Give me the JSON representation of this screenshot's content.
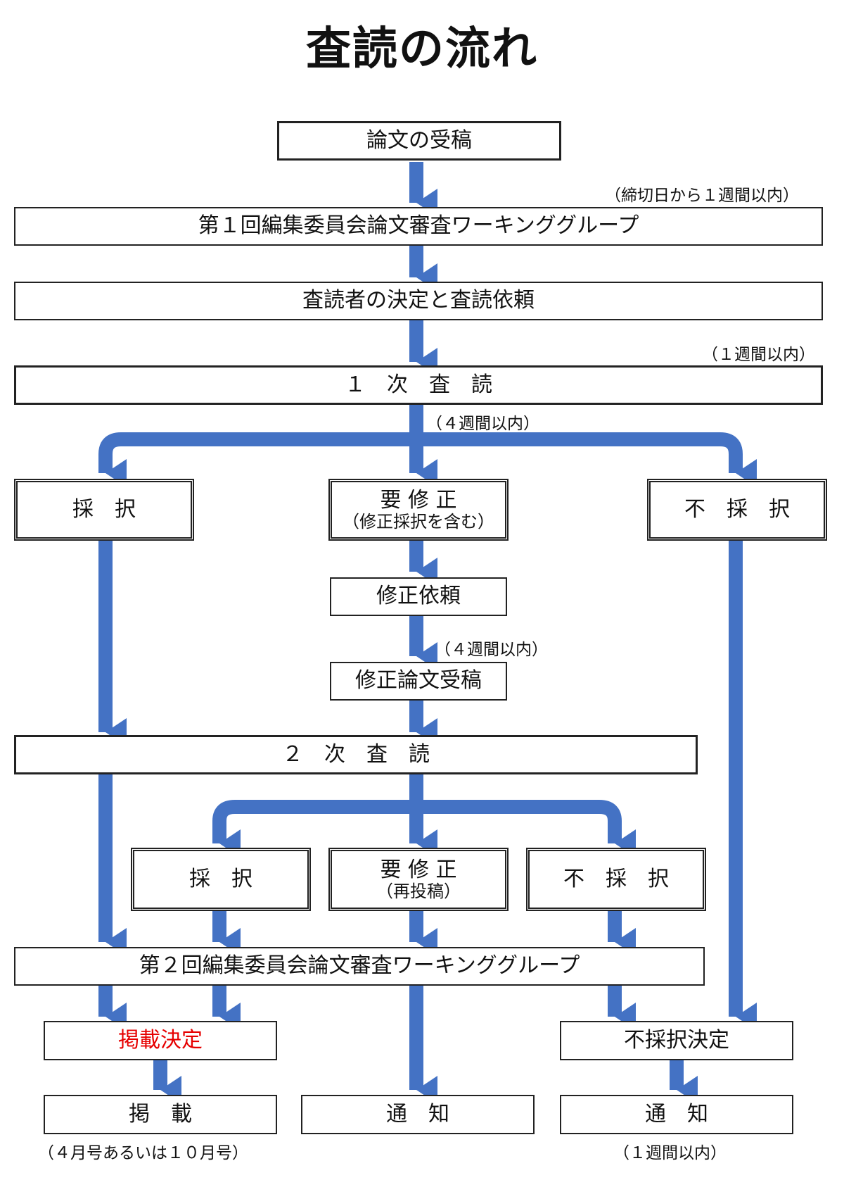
{
  "title": "査読の流れ",
  "boxes": {
    "receipt": "論文の受稿",
    "wg1": "第１回編集委員会論文審査ワーキンググループ",
    "decide": "査読者の決定と査読依頼",
    "review1": "１　次　査　読",
    "accept1": "採　択",
    "revise1": "要 修 正",
    "revise1_sub": "（修正採択を含む）",
    "reject1": "不　採　択",
    "request": "修正依頼",
    "revised_receipt": "修正論文受稿",
    "review2": "２　次　査　読",
    "accept2": "採　択",
    "revise2": "要 修 正",
    "revise2_sub": "（再投稿）",
    "reject2": "不　採　択",
    "wg2": "第２回編集委員会論文審査ワーキンググループ",
    "publish_decision": "掲載決定",
    "reject_decision": "不採択決定",
    "publish": "掲　載",
    "notify_center": "通　知",
    "notify_right": "通　知"
  },
  "notes": {
    "deadline": "（締切日から１週間以内）",
    "within1week": "（１週間以内）",
    "within4weeks_a": "（４週間以内）",
    "within4weeks_b": "（４週間以内）",
    "issue": "（４月号あるいは１０月号）",
    "within1week_b": "（１週間以内）"
  },
  "colors": {
    "arrow": "#4472c4",
    "highlight": "#e60000"
  }
}
